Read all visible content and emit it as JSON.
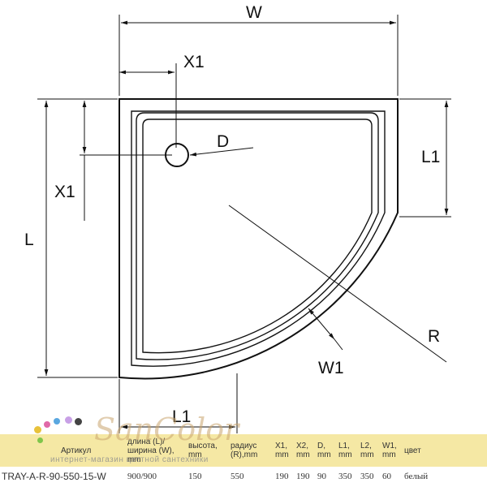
{
  "labels": {
    "w": "W",
    "x1_top": "X1",
    "x1_left": "X1",
    "d": "D",
    "l": "L",
    "l1_right": "L1",
    "r": "R",
    "w1": "W1",
    "l1_bottom": "L1"
  },
  "table": {
    "headers": [
      "Артикул",
      "длина (L)/ ширина (W), mm",
      "высота, mm",
      "радиус (R),mm",
      "X1, mm",
      "X2, mm",
      "D, mm",
      "L1, mm",
      "L2, mm",
      "W1, mm",
      "цвет"
    ],
    "row": [
      "TRAY-A-R-90-550-15-W",
      "900/900",
      "150",
      "550",
      "190",
      "190",
      "90",
      "350",
      "350",
      "60",
      "белый"
    ]
  },
  "watermark": {
    "brand": "SanColor",
    "tagline": "интернет-магазин цветной сантехники",
    "dot_colors": [
      "#e8c23a",
      "#e06aa8",
      "#7fc54a",
      "#5aa7e0",
      "#c8a0e6",
      "#444444"
    ]
  }
}
